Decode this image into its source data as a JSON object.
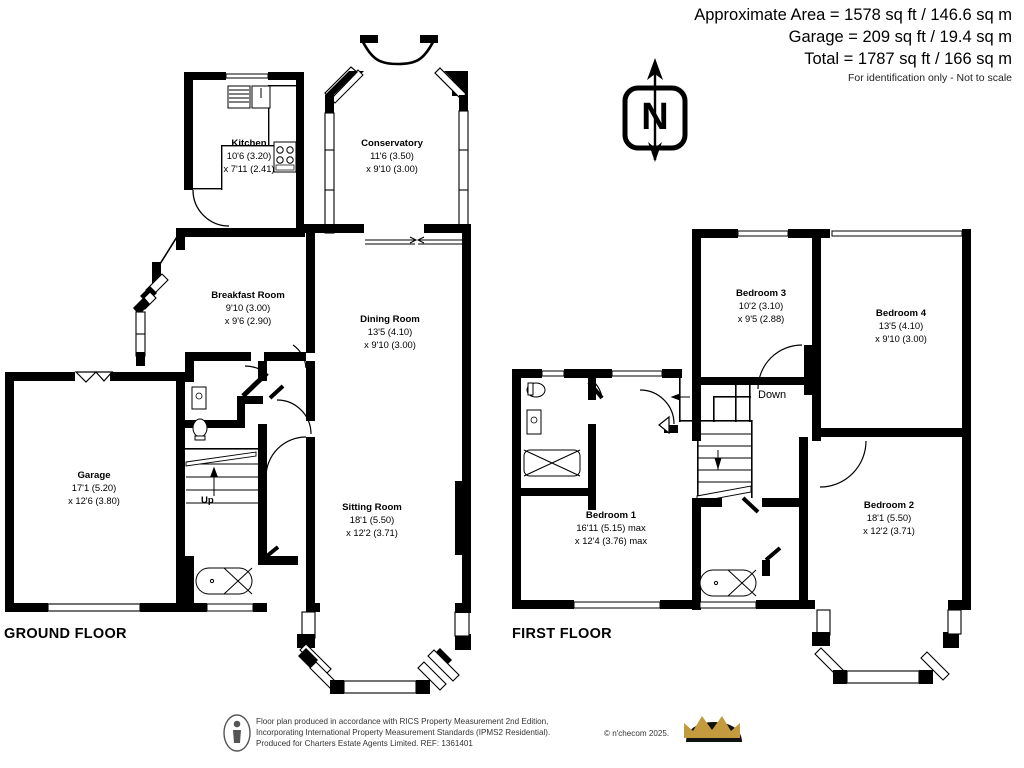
{
  "header": {
    "approx_area": "Approximate Area = 1578 sq ft / 146.6 sq m",
    "garage_area": "Garage = 209 sq ft / 19.4 sq m",
    "total_area": "Total = 1787 sq ft / 166 sq m",
    "disclaimer": "For identification only - Not to scale"
  },
  "compass": {
    "label": "N",
    "icon": "north-arrow-icon"
  },
  "floors": [
    {
      "id": "ground",
      "label": "GROUND FLOOR",
      "rooms": [
        {
          "name": "Kitchen",
          "dim1": "10'6 (3.20)",
          "dim2": "x 7'11 (2.41)"
        },
        {
          "name": "Conservatory",
          "dim1": "11'6 (3.50)",
          "dim2": "x 9'10 (3.00)"
        },
        {
          "name": "Breakfast Room",
          "dim1": "9'10 (3.00)",
          "dim2": "x 9'6 (2.90)"
        },
        {
          "name": "Dining Room",
          "dim1": "13'5 (4.10)",
          "dim2": "x 9'10 (3.00)"
        },
        {
          "name": "Garage",
          "dim1": "17'1 (5.20)",
          "dim2": "x 12'6 (3.80)"
        },
        {
          "name": "Sitting Room",
          "dim1": "18'1 (5.50)",
          "dim2": "x 12'2 (3.71)"
        }
      ],
      "stair_label": "Up"
    },
    {
      "id": "first",
      "label": "FIRST FLOOR",
      "rooms": [
        {
          "name": "Bedroom 3",
          "dim1": "10'2 (3.10)",
          "dim2": "x 9'5 (2.88)"
        },
        {
          "name": "Bedroom 4",
          "dim1": "13'5 (4.10)",
          "dim2": "x 9'10 (3.00)"
        },
        {
          "name": "Bedroom 1",
          "dim1": "16'11 (5.15) max",
          "dim2": "x 12'4 (3.76) max"
        },
        {
          "name": "Bedroom 2",
          "dim1": "18'1 (5.50)",
          "dim2": "x 12'2 (3.71)"
        }
      ],
      "stair_label": "Down"
    }
  ],
  "footer": {
    "line1": "Floor plan produced in accordance with RICS Property Measurement 2nd Edition,",
    "line2": "Incorporating International Property Measurement Standards (IPMS2 Residential).",
    "line3": "Produced for Charters Estate Agents Limited.   REF: 1361401",
    "copyright": "© n'checom 2025.",
    "logo": "crown-logo-icon",
    "info_icon": "ipms-person-icon"
  },
  "colors": {
    "wall": "#000000",
    "crown_gold": "#c49a3f",
    "paper": "#ffffff"
  }
}
